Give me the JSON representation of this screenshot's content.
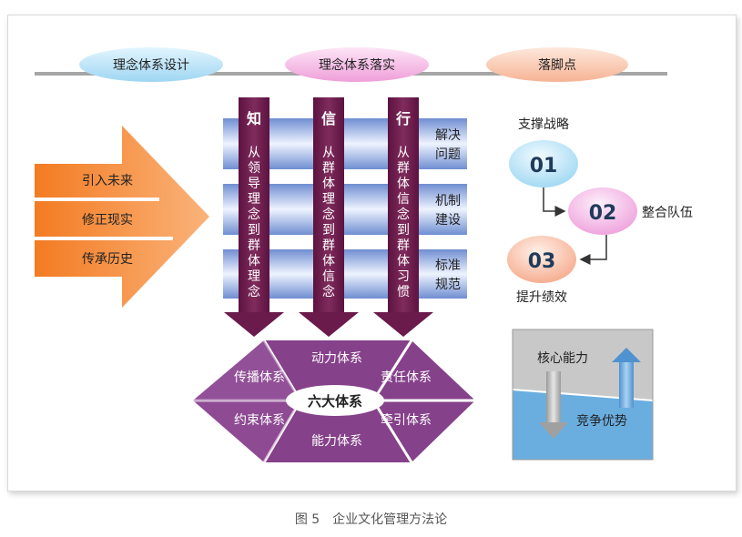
{
  "top_labels": [
    "理念体系设计",
    "理念体系落实",
    "落脚点"
  ],
  "left_arrows": [
    "引入未来",
    "修正现实",
    "传承历史"
  ],
  "columns": [
    {
      "title": "知",
      "text": "从领导理念到群体理念"
    },
    {
      "title": "信",
      "text": "从群体理念到群体信念"
    },
    {
      "title": "行",
      "text": "从群体信念到群体习惯"
    }
  ],
  "row_labels": [
    [
      "解决",
      "问题"
    ],
    [
      "机制",
      "建设"
    ],
    [
      "标准",
      "规范"
    ]
  ],
  "hexagon": {
    "center": "六大体系",
    "segments": [
      "动力体系",
      "责任体系",
      "牵引体系",
      "能力体系",
      "约束体系",
      "传播体系"
    ]
  },
  "steps": [
    {
      "number": "01",
      "label": "支撑战略"
    },
    {
      "number": "02",
      "label": "整合队伍"
    },
    {
      "number": "03",
      "label": "提升绩效"
    }
  ],
  "competence_box": {
    "top": "核心能力",
    "bottom": "竞争优势"
  },
  "caption": "图 5　企业文化管理方法论",
  "colors": {
    "blue_pill": "#bfe6fa",
    "pink_pill": "#f7c3ea",
    "orange_pill": "#fbd2bd",
    "orange_arrow": "#f7963f",
    "column_purple": "#6f1e4e",
    "hex_purple": "#8a3f86",
    "blue_water": "#6eaee0",
    "gray_box": "#c9c9c9"
  }
}
